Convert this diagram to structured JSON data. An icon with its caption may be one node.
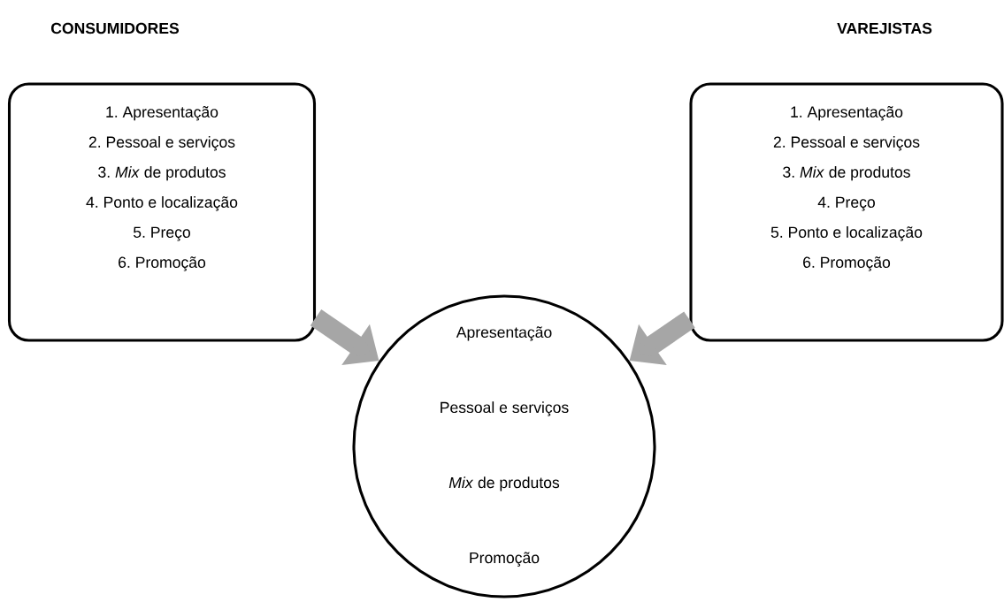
{
  "diagram": {
    "nodes": [
      {
        "text": [
          "CONSUMIDORES",
          "1. Apresentação",
          "2. Pessoal e serviços",
          "3. *Mix* de produtos",
          "4. Ponto e localização",
          "5. Preço",
          "6. Promoção"
        ]
      },
      {
        "text": [
          "VAREJISTAS",
          "1. Apresentação",
          "2. Pessoal e serviços",
          "3. *Mix* de produtos",
          "4. Preço",
          "5. Ponto e localização",
          "6. Promoção"
        ]
      },
      {
        "text": [
          "Apresentação",
          "Pessoal e serviços",
          "*Mix* de produtos",
          "Promoção"
        ]
      }
    ],
    "edges": [
      {
        "from": 0,
        "to": 2,
        "arrow": "to"
      },
      {
        "from": 1,
        "to": 2,
        "arrow": "to"
      }
    ]
  }
}
